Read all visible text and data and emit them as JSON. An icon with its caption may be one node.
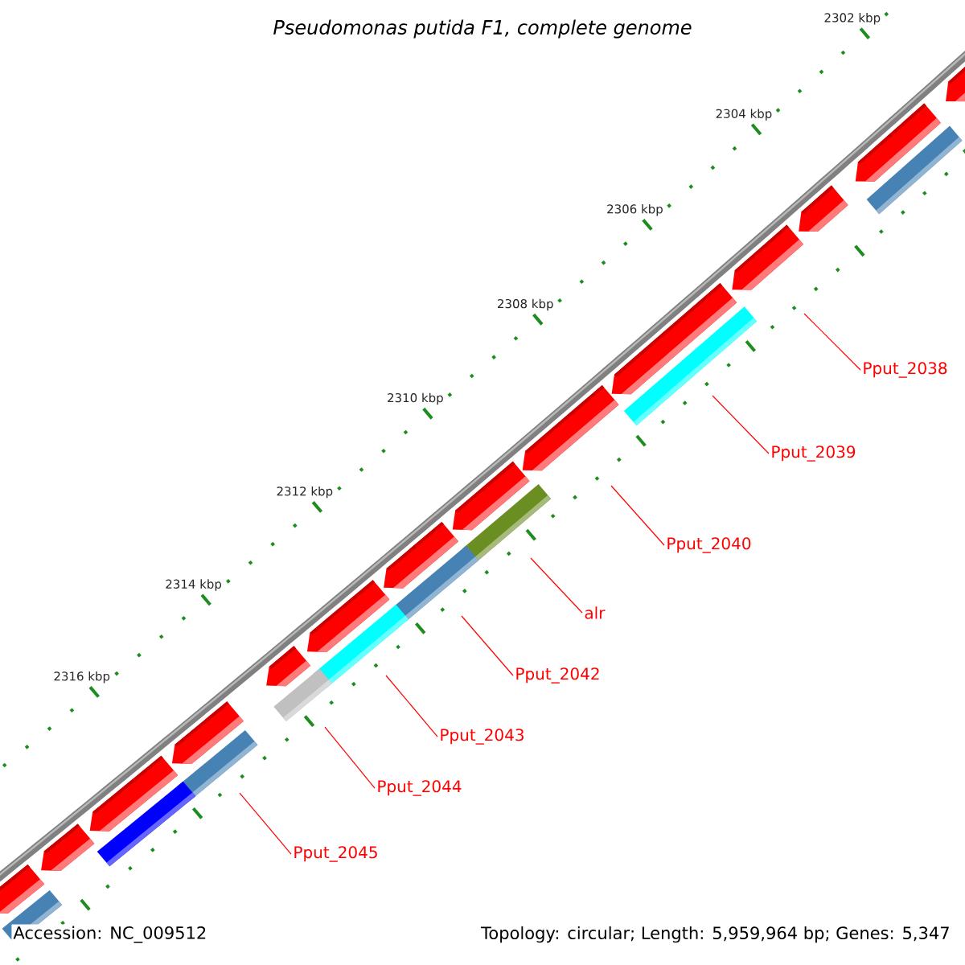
{
  "diagram": {
    "title": "Pseudomonas putida F1, complete genome",
    "nodes": [
      {
        "text": [
          "Pput_2038"
        ]
      },
      {
        "text": [
          "Pput_2039"
        ]
      },
      {
        "text": [
          "Pput_2040"
        ]
      },
      {
        "text": [
          "alr"
        ]
      },
      {
        "text": [
          "Pput_2042"
        ]
      },
      {
        "text": [
          "Pput_2043"
        ]
      },
      {
        "text": [
          "Pput_2044"
        ]
      },
      {
        "text": [
          "Pput_2045"
        ]
      }
    ],
    "edges": [
      {
        "from": 0,
        "to": null,
        "arrow": "none"
      },
      {
        "from": 1,
        "to": null,
        "arrow": "none"
      },
      {
        "from": 2,
        "to": null,
        "arrow": "none"
      },
      {
        "from": 3,
        "to": null,
        "arrow": "none"
      },
      {
        "from": 4,
        "to": null,
        "arrow": "none"
      },
      {
        "from": 5,
        "to": null,
        "arrow": "none"
      },
      {
        "from": 6,
        "to": null,
        "arrow": "none"
      },
      {
        "from": 7,
        "to": null,
        "arrow": "none"
      }
    ],
    "labels": [
      "2302 kbp",
      "2304 kbp",
      "2306 kbp",
      "2308 kbp",
      "2310 kbp",
      "2312 kbp",
      "2314 kbp",
      "2316 kbp",
      "Accession: NC_009512",
      "Topology: circular; Length: 5,959,964 bp; Genes: 5,347"
    ]
  }
}
